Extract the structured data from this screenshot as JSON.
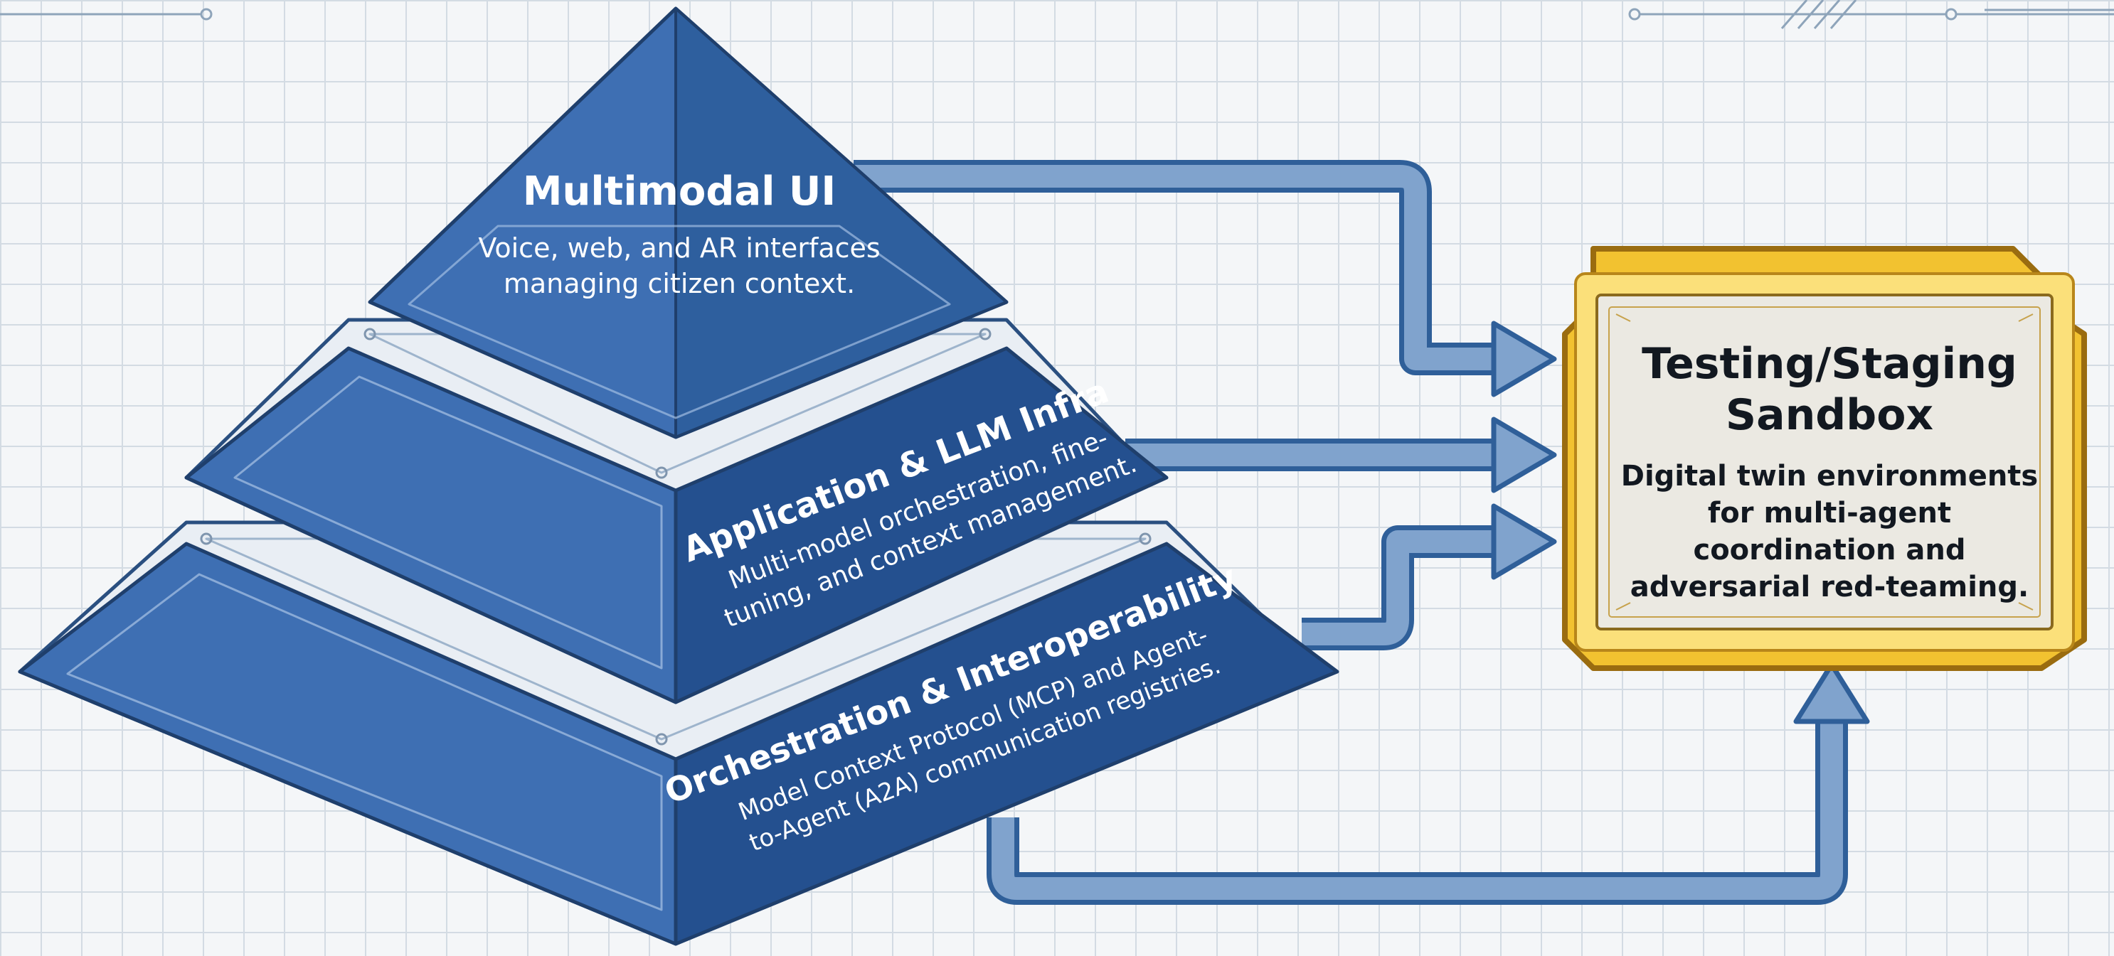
{
  "layers": [
    {
      "title": "Multimodal UI",
      "lines": [
        "Voice, web, and AR interfaces",
        "managing citizen context."
      ]
    },
    {
      "title": "Application & LLM Infra",
      "lines": [
        "Multi-model orchestration, fine-",
        "tuning, and context management."
      ]
    },
    {
      "title": "Orchestration & Interoperability",
      "lines": [
        "Model Context Protocol (MCP) and Agent-",
        "to-Agent (A2A) communication registries."
      ]
    }
  ],
  "sandbox": {
    "title_lines": [
      "Testing/Staging",
      "Sandbox"
    ],
    "lines": [
      "Digital twin environments",
      "for multi-agent",
      "coordination and",
      "adversarial red-teaming."
    ]
  },
  "colors": {
    "pyramid_light": "#3e6fb3",
    "pyramid_dark": "#24508f",
    "arrow": "#7fa2cc",
    "frame_gold": "#f2c230"
  }
}
